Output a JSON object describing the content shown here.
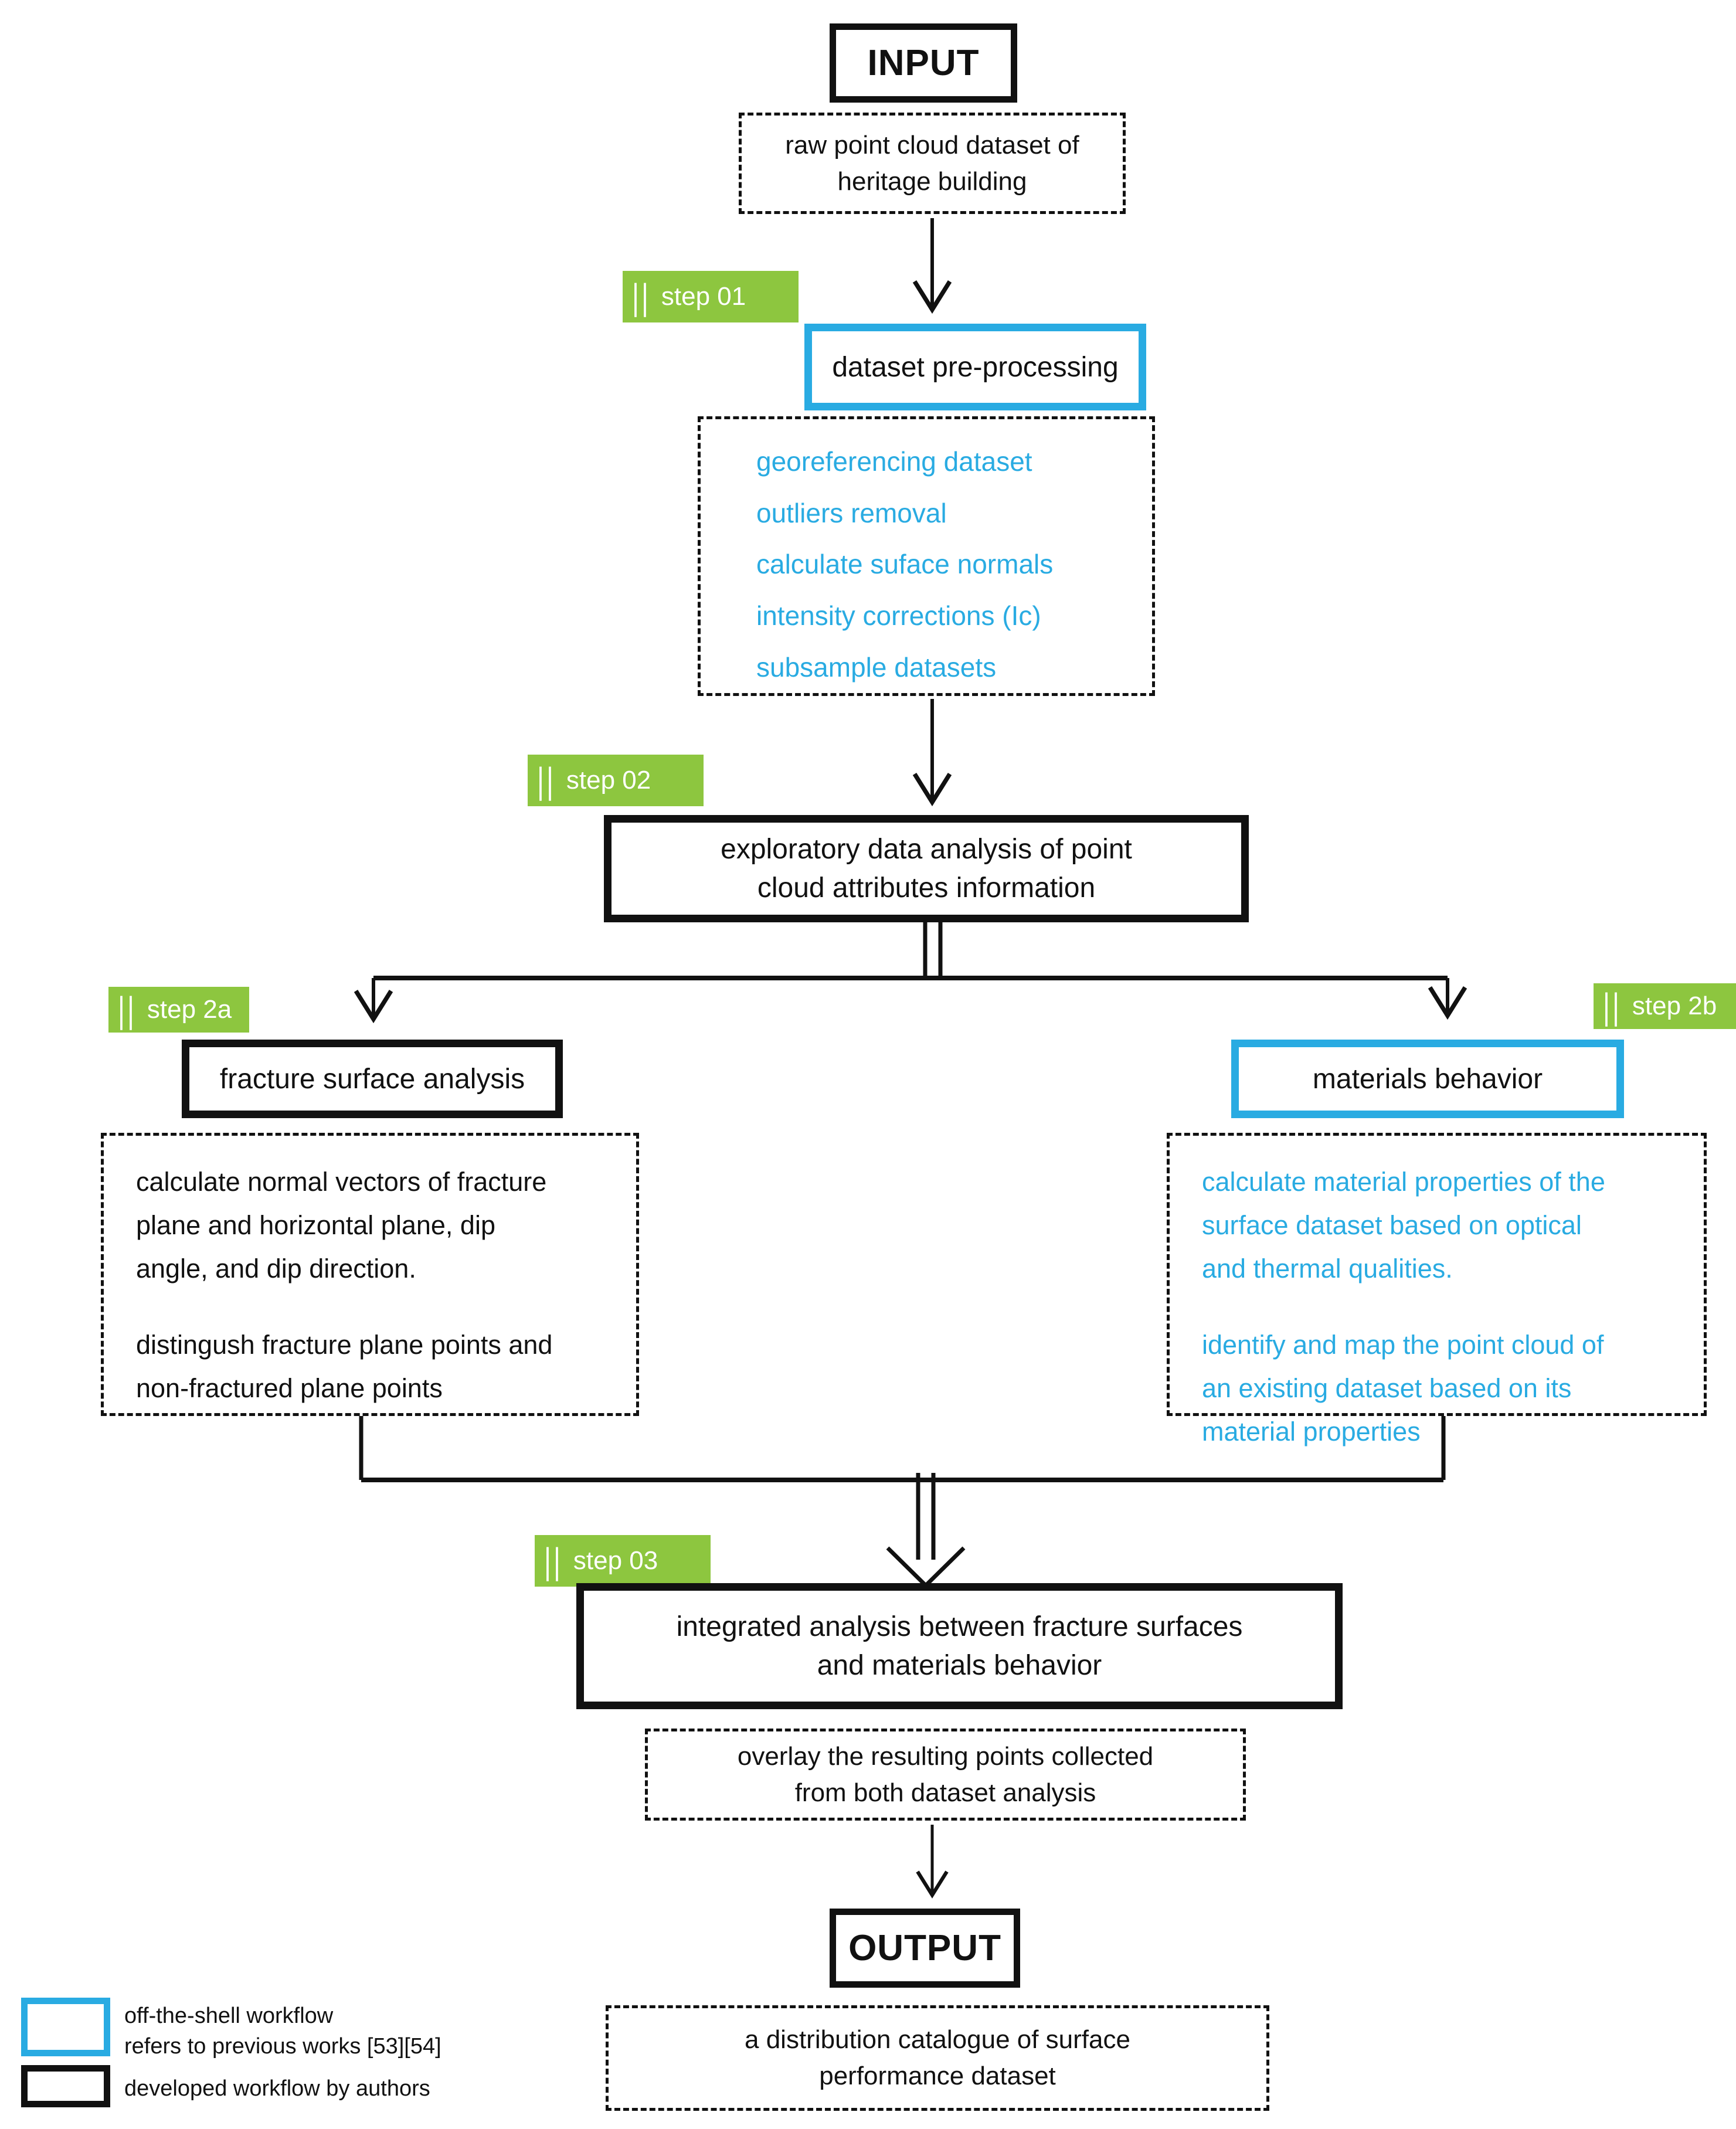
{
  "figure": {
    "type": "flowchart",
    "colors": {
      "accent_green": "#8DC63F",
      "accent_blue": "#29ABE2",
      "ink": "#111111"
    },
    "input": {
      "title": "INPUT",
      "desc_lines": [
        "raw point cloud dataset of",
        "heritage building"
      ]
    },
    "step01": {
      "marker": "||",
      "label": "step 01",
      "box_title": "dataset pre-processing",
      "items": [
        "georeferencing dataset",
        "outliers removal",
        "calculate suface normals",
        "intensity corrections (Ic)",
        "subsample datasets"
      ]
    },
    "step02": {
      "marker": "||",
      "label": "step 02",
      "box_lines": [
        "exploratory data analysis of point",
        "cloud attributes information"
      ]
    },
    "step2a": {
      "marker": "||",
      "label": "step 2a",
      "box_title": "fracture surface analysis",
      "para1_lines": [
        "calculate normal vectors of fracture",
        "plane and horizontal plane, dip",
        "angle, and dip direction."
      ],
      "para2_lines": [
        "distingush fracture plane points and",
        "non-fractured plane points"
      ]
    },
    "step2b": {
      "marker": "||",
      "label": "step 2b",
      "box_title": "materials behavior",
      "para1_lines": [
        "calculate material properties of the",
        "surface dataset based on optical",
        "and thermal qualities."
      ],
      "para2_lines": [
        "identify and map the point cloud of",
        "an existing dataset based on its",
        "material properties"
      ]
    },
    "step03": {
      "marker": "||",
      "label": "step 03",
      "box_lines": [
        "integrated analysis between fracture surfaces",
        "and materials behavior"
      ],
      "desc_lines": [
        "overlay the resulting points collected",
        "from both dataset analysis"
      ]
    },
    "output": {
      "title": "OUTPUT",
      "desc_lines": [
        "a distribution catalogue of surface",
        "performance dataset"
      ]
    },
    "legend": {
      "off_the_shell_lines": [
        "off-the-shell workflow",
        "refers to previous works [53][54]"
      ],
      "developed": "developed workflow by authors"
    }
  }
}
